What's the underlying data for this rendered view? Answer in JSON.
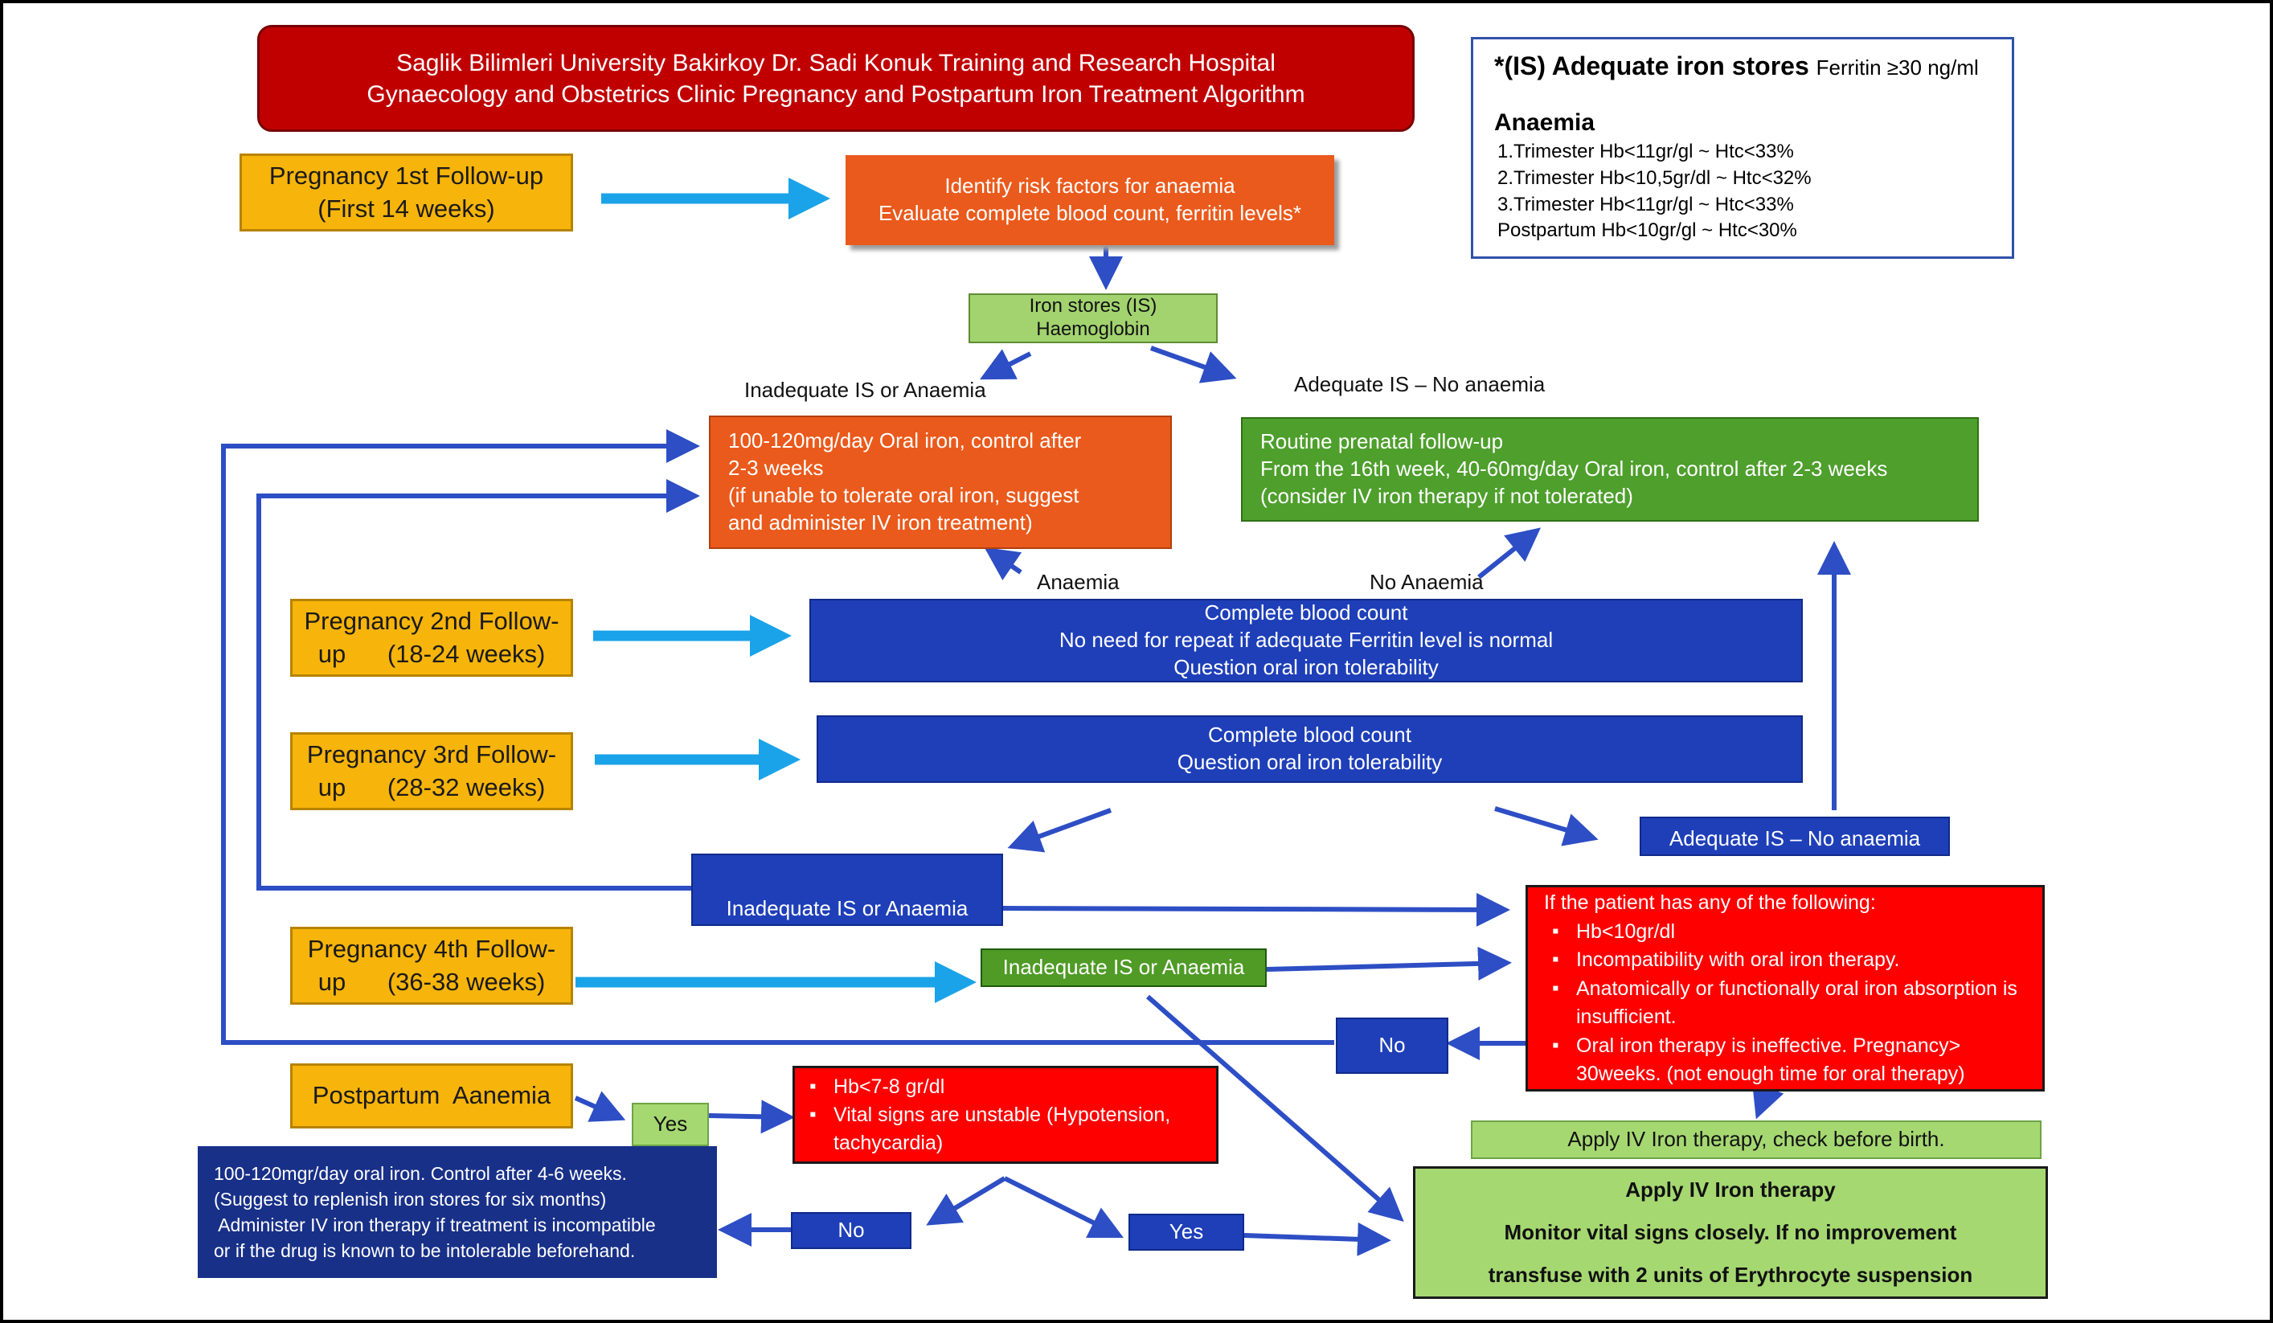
{
  "title": {
    "line1": "Saglik Bilimleri University Bakirkoy Dr. Sadi Konuk Training and Research Hospital",
    "line2": "Gynaecology and Obstetrics Clinic Pregnancy and Postpartum Iron Treatment Algorithm"
  },
  "legend": {
    "is_label": "*(IS)  Adequate iron stores",
    "is_value": "Ferritin ≥30 ng/ml",
    "anaemia_title": "Anaemia",
    "lines": [
      "1.Trimester Hb<11gr/gl ~ Htc<33%",
      "2.Trimester Hb<10,5gr/dl ~ Htc<32%",
      "3.Trimester Hb<11gr/gl ~ Htc<33%",
      "Postpartum Hb<10gr/gl ~ Htc<30%"
    ]
  },
  "followups": {
    "first": [
      "Pregnancy 1st Follow-up",
      "(First 14 weeks)"
    ],
    "second": [
      "Pregnancy 2nd Follow-",
      "up      (18-24 weeks)"
    ],
    "third": [
      "Pregnancy 3rd Follow-",
      "up      (28-32 weeks)"
    ],
    "fourth": [
      "Pregnancy 4th Follow-",
      "up      (36-38 weeks)"
    ],
    "postpartum": "Postpartum  Aanemia"
  },
  "risk": {
    "line1": "Identify risk factors for anaemia",
    "line2": "Evaluate complete blood count, ferritin levels*"
  },
  "iron_stores": {
    "line1": "Iron stores (IS)",
    "line2": "Haemoglobin"
  },
  "labels": {
    "inadequate": "Inadequate IS or Anaemia",
    "adequate": "Adequate IS – No anaemia",
    "anaemia": "Anaemia",
    "no_anaemia": "No Anaemia"
  },
  "oral_iron": {
    "lines": [
      "100-120mg/day Oral iron, control after",
      "2-3 weeks",
      "(if unable to tolerate oral iron, suggest",
      "and administer IV iron treatment)"
    ]
  },
  "routine": {
    "lines": [
      "Routine prenatal follow-up",
      "From the 16th week, 40-60mg/day Oral iron, control after 2-3 weeks",
      "(consider IV iron therapy if not tolerated)"
    ]
  },
  "cbc2": {
    "lines": [
      "Complete blood count",
      "No need for repeat if adequate Ferritin level is normal",
      "Question oral iron tolerability"
    ]
  },
  "cbc3": {
    "lines": [
      "Complete blood count",
      "Question oral iron tolerability"
    ]
  },
  "adequate_box": "Adequate IS – No anaemia",
  "inadequate_box": "Inadequate IS or Anaemia",
  "inadequate_green": "Inadequate IS or Anaemia",
  "criteria": {
    "heading": "If the patient has any of the following:",
    "items": [
      "Hb<10gr/dl",
      "Incompatibility with oral iron therapy.",
      "Anatomically or functionally oral iron absorption is insufficient.",
      "Oral iron therapy is ineffective. Pregnancy> 30weeks.  (not enough time for oral therapy)"
    ]
  },
  "no_right": "No",
  "apply_before_birth": "Apply IV Iron therapy, check before birth.",
  "yes_small": "Yes",
  "postpartum_red": {
    "items": [
      "Hb<7-8 gr/dl",
      "Vital signs are unstable (Hypotension, tachycardia)"
    ]
  },
  "postpartum_oral": {
    "lines": [
      "100-120mgr/day oral iron. Control after 4-6 weeks.",
      "(Suggest to replenish iron stores for six months)",
      " Administer IV iron therapy if treatment is incompatible",
      "or if the drug is known to be intolerable beforehand."
    ]
  },
  "no_bottom": "No",
  "yes_bottom": "Yes",
  "final": {
    "lines": [
      "Apply IV Iron therapy",
      "Monitor vital signs closely. If no improvement",
      "transfuse with 2 units of Erythrocyte suspension"
    ]
  },
  "colors": {
    "title_red": "#c00000",
    "followup_orange": "#f7b40a",
    "action_orange": "#ea5a1c",
    "blue": "#1e3fb8",
    "green": "#4e9f2c",
    "light_green": "#a2d36f",
    "red": "#ff0000",
    "navy": "#183088",
    "arrow_light_blue": "#1aa3e8",
    "arrow_blue": "#2d4ec4"
  }
}
